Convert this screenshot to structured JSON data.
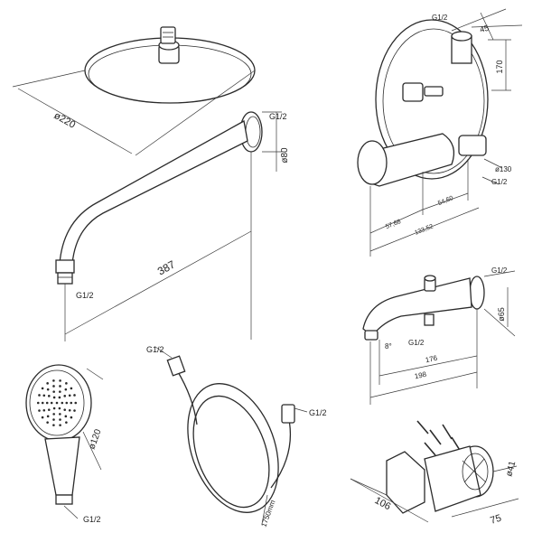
{
  "drawing": {
    "background": "#ffffff",
    "line_color": "#2b2b2b"
  },
  "overhead_shower": {
    "diameter_label": "ø220"
  },
  "shower_arm": {
    "thread_top_label": "G1/2",
    "height_label": "ø80",
    "length_label": "387",
    "thread_bottom_label": "G1/2"
  },
  "mixer_body": {
    "thread_top_label": "G1/2",
    "width_label": "45",
    "height_label": "170",
    "diameter_label": "ø130",
    "thread_side_label": "G1/2",
    "dim_57_label": "57,68",
    "dim_54_label": "54,60",
    "dim_133_label": "133,52"
  },
  "spout": {
    "thread_label": "G1/2",
    "height_label": "ø65",
    "angle_label": "8°",
    "thread_bottom_label": "G1/2",
    "length_short_label": "176",
    "length_long_label": "198"
  },
  "hand_shower": {
    "diameter_label": "ø120",
    "thread_label": "G1/2"
  },
  "hose": {
    "thread_top_label": "G1/2",
    "thread_right_label": "G1/2",
    "length_label": "1750mm"
  },
  "wall_holder": {
    "diameter_label": "ø41",
    "length_label": "106",
    "depth_label": "75"
  }
}
